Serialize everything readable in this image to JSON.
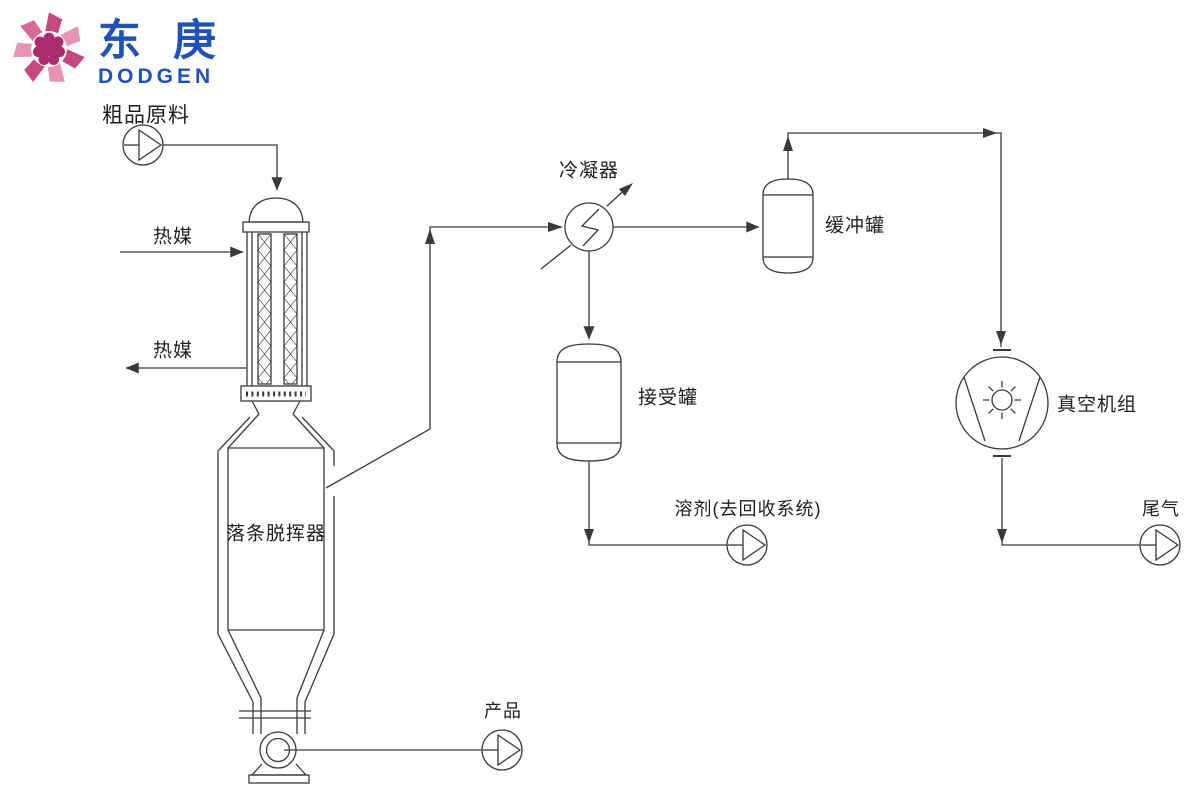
{
  "logo": {
    "cn_first": "东",
    "cn_second": "庚",
    "en": "DODGEN",
    "text_color": "#2152b8",
    "petal_dark": "#c4497f",
    "petal_light": "#e693b5",
    "core_color": "#ad2c6d"
  },
  "diagram": {
    "ink_color": "#3a3a3a",
    "labels": {
      "feed": "粗品原料",
      "heat_medium_in": "热媒",
      "heat_medium_out": "热媒",
      "devolatilizer": "落条脱挥器",
      "condenser": "冷凝器",
      "buffer_tank": "缓冲罐",
      "receiver_tank": "接受罐",
      "solvent": "溶剂(去回收系统)",
      "vacuum_unit": "真空机组",
      "tail_gas": "尾气",
      "product": "产品"
    }
  }
}
